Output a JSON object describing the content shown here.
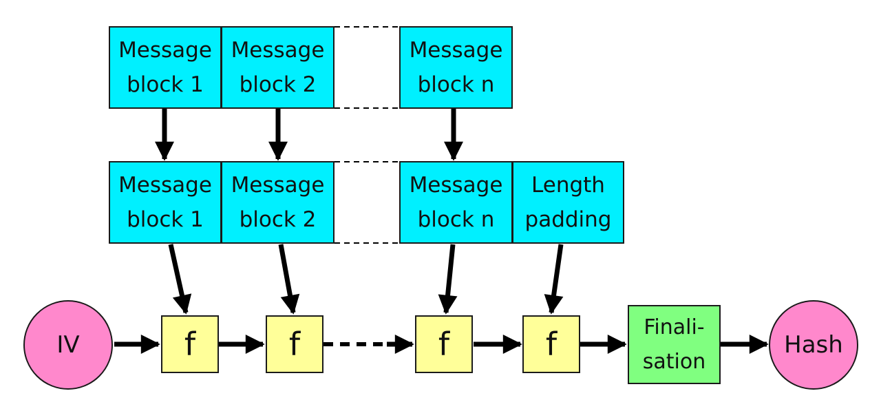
{
  "top_row": {
    "block1": [
      "Message",
      "block 1"
    ],
    "block2": [
      "Message",
      "block 2"
    ],
    "blockn": [
      "Message",
      "block n"
    ]
  },
  "padded_row": {
    "block1": [
      "Message",
      "block 1"
    ],
    "block2": [
      "Message",
      "block 2"
    ],
    "blockn": [
      "Message",
      "block n"
    ],
    "padding": [
      "Length",
      "padding"
    ]
  },
  "chain": {
    "iv": "IV",
    "f_label": "f",
    "finalisation": [
      "Finali-",
      "sation"
    ],
    "hash": "Hash"
  },
  "colors": {
    "message_block": "#00f0ff",
    "compression": "#ffff99",
    "finalisation": "#80ff80",
    "endpoint": "#ff88cc"
  }
}
